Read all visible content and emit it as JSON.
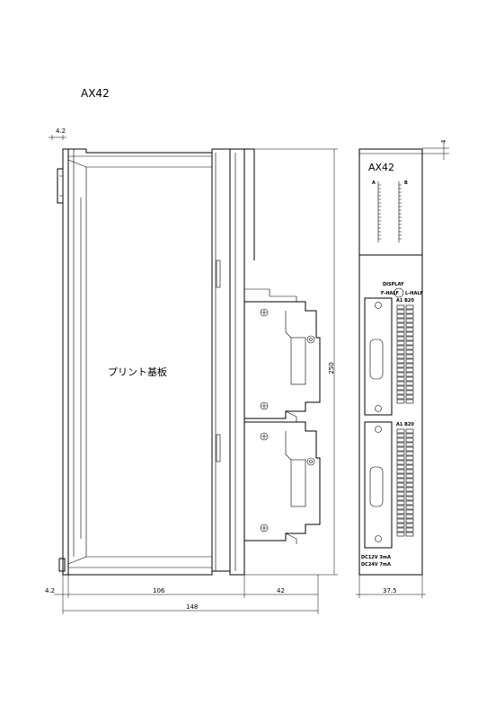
{
  "model": "AX42",
  "board_label": "プリント基板",
  "front_panel": {
    "model": "AX42",
    "col_a": "A",
    "col_b": "B",
    "display_label": "DISPLAY",
    "switch_left": "F-HALF",
    "switch_right": "L-HALF",
    "connector1_header": "A1 B20",
    "connector2_header": "A1 B20",
    "ratings": [
      "DC12V 3mA",
      "DC24V 7mA"
    ]
  },
  "dimensions": {
    "top_width": "4.2",
    "bottom_offset": "4.2",
    "board_depth": "106",
    "connector_depth": "42",
    "total_depth": "148",
    "height": "250",
    "front_width": "37.5",
    "front_offset": "4"
  }
}
